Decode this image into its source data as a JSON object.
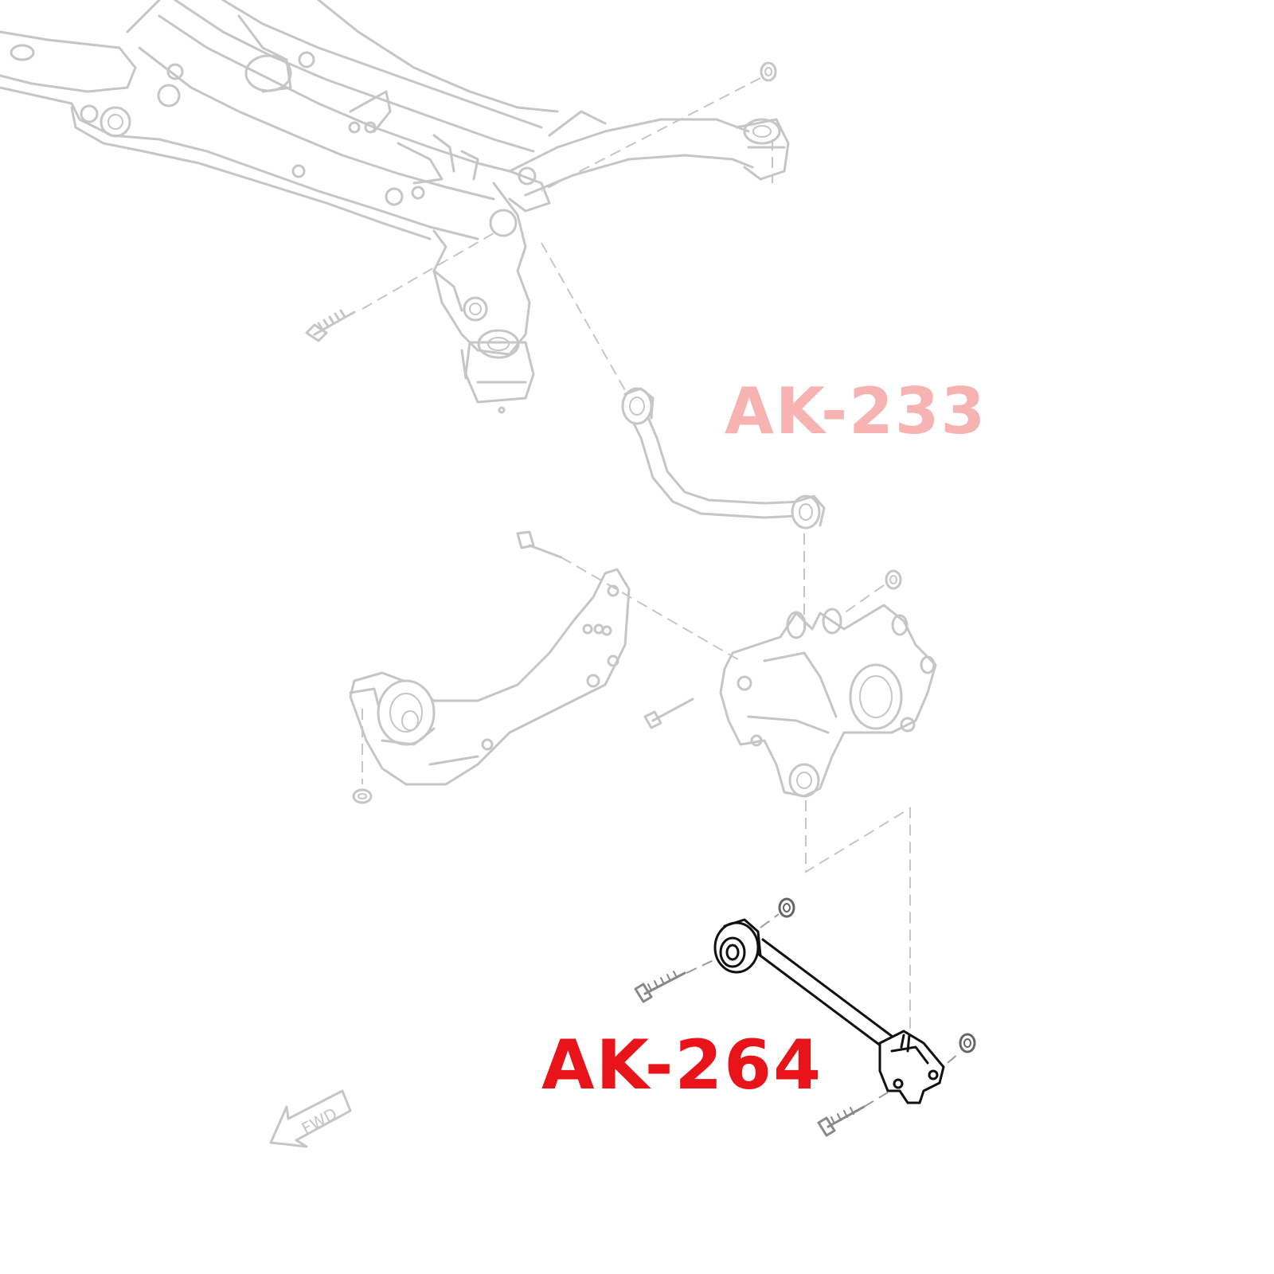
{
  "labels": {
    "highlighted_part": "AK-264",
    "secondary_part": "AK-233"
  },
  "direction_arrow": {
    "text": "FWD"
  },
  "colors": {
    "highlighted_part": "#e8141a",
    "secondary_part": "#f7b2b2",
    "faded_line": "#c6c6c6",
    "highlighted_line": "#111111"
  },
  "icons": [
    "subframe-outline",
    "upper-control-arm-outline",
    "trailing-arm-outline",
    "knuckle-outline",
    "toe-arm-highlighted",
    "bolt-icon",
    "washer-icon",
    "fwd-arrow-icon"
  ]
}
